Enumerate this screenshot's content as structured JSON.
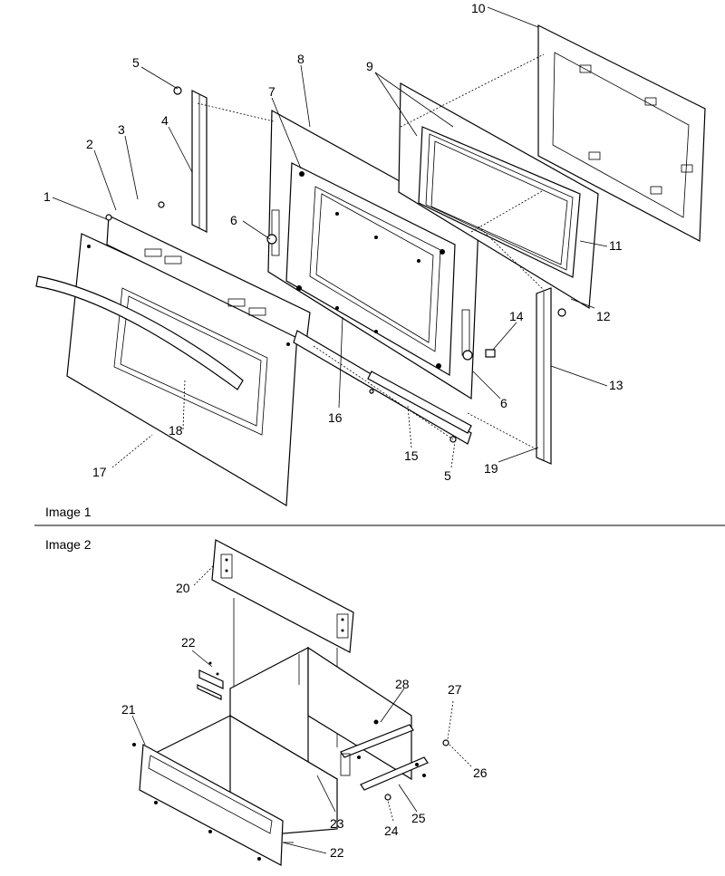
{
  "panels": [
    {
      "label": "Image 1"
    },
    {
      "label": "Image 2"
    }
  ],
  "callouts": {
    "c1": "1",
    "c2": "2",
    "c3": "3",
    "c4": "4",
    "c5a": "5",
    "c5b": "5",
    "c6a": "6",
    "c6b": "6",
    "c7": "7",
    "c8": "8",
    "c9": "9",
    "c10": "10",
    "c11": "11",
    "c12": "12",
    "c13": "13",
    "c14": "14",
    "c15": "15",
    "c16": "16",
    "c17": "17",
    "c18": "18",
    "c19": "19",
    "c20": "20",
    "c21": "21",
    "c22a": "22",
    "c22b": "22",
    "c23": "23",
    "c24": "24",
    "c25": "25",
    "c26": "26",
    "c27": "27",
    "c28": "28"
  }
}
